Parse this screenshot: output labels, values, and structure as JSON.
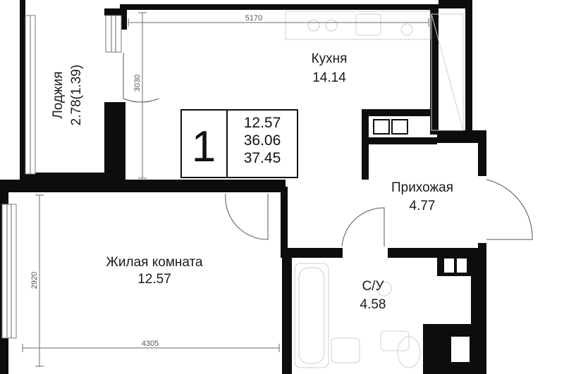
{
  "rooms": {
    "loggia": {
      "name": "Лоджия",
      "area": "2.78(1.39)"
    },
    "kitchen": {
      "name": "Кухня",
      "area": "14.14"
    },
    "hallway": {
      "name": "Прихожая",
      "area": "4.77"
    },
    "living": {
      "name": "Жилая комната",
      "area": "12.57"
    },
    "bathroom": {
      "name": "С/У",
      "area": "4.58"
    }
  },
  "dimensions": {
    "kitchen_width": "5170",
    "kitchen_depth": "3030",
    "living_depth": "2920",
    "living_width": "4305"
  },
  "summary": {
    "rooms_count": "1",
    "living_area": "12.57",
    "total_area": "36.06",
    "total_with_loggia": "37.45"
  }
}
